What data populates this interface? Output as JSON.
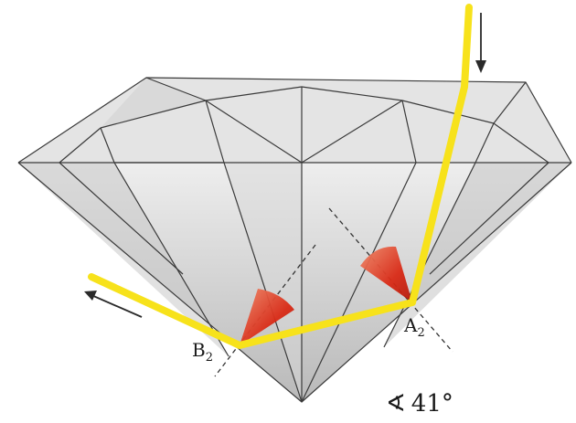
{
  "points": {
    "b": {
      "main": "B",
      "sub": "2"
    },
    "a": {
      "main": "A",
      "sub": "2"
    }
  },
  "angle": {
    "symbol": "∢",
    "value": "41°"
  },
  "colors": {
    "ray": "#f7e21b",
    "cone": "#d92a16",
    "facet_edge": "#3a3a3a",
    "arrow": "#2a2a2a"
  }
}
